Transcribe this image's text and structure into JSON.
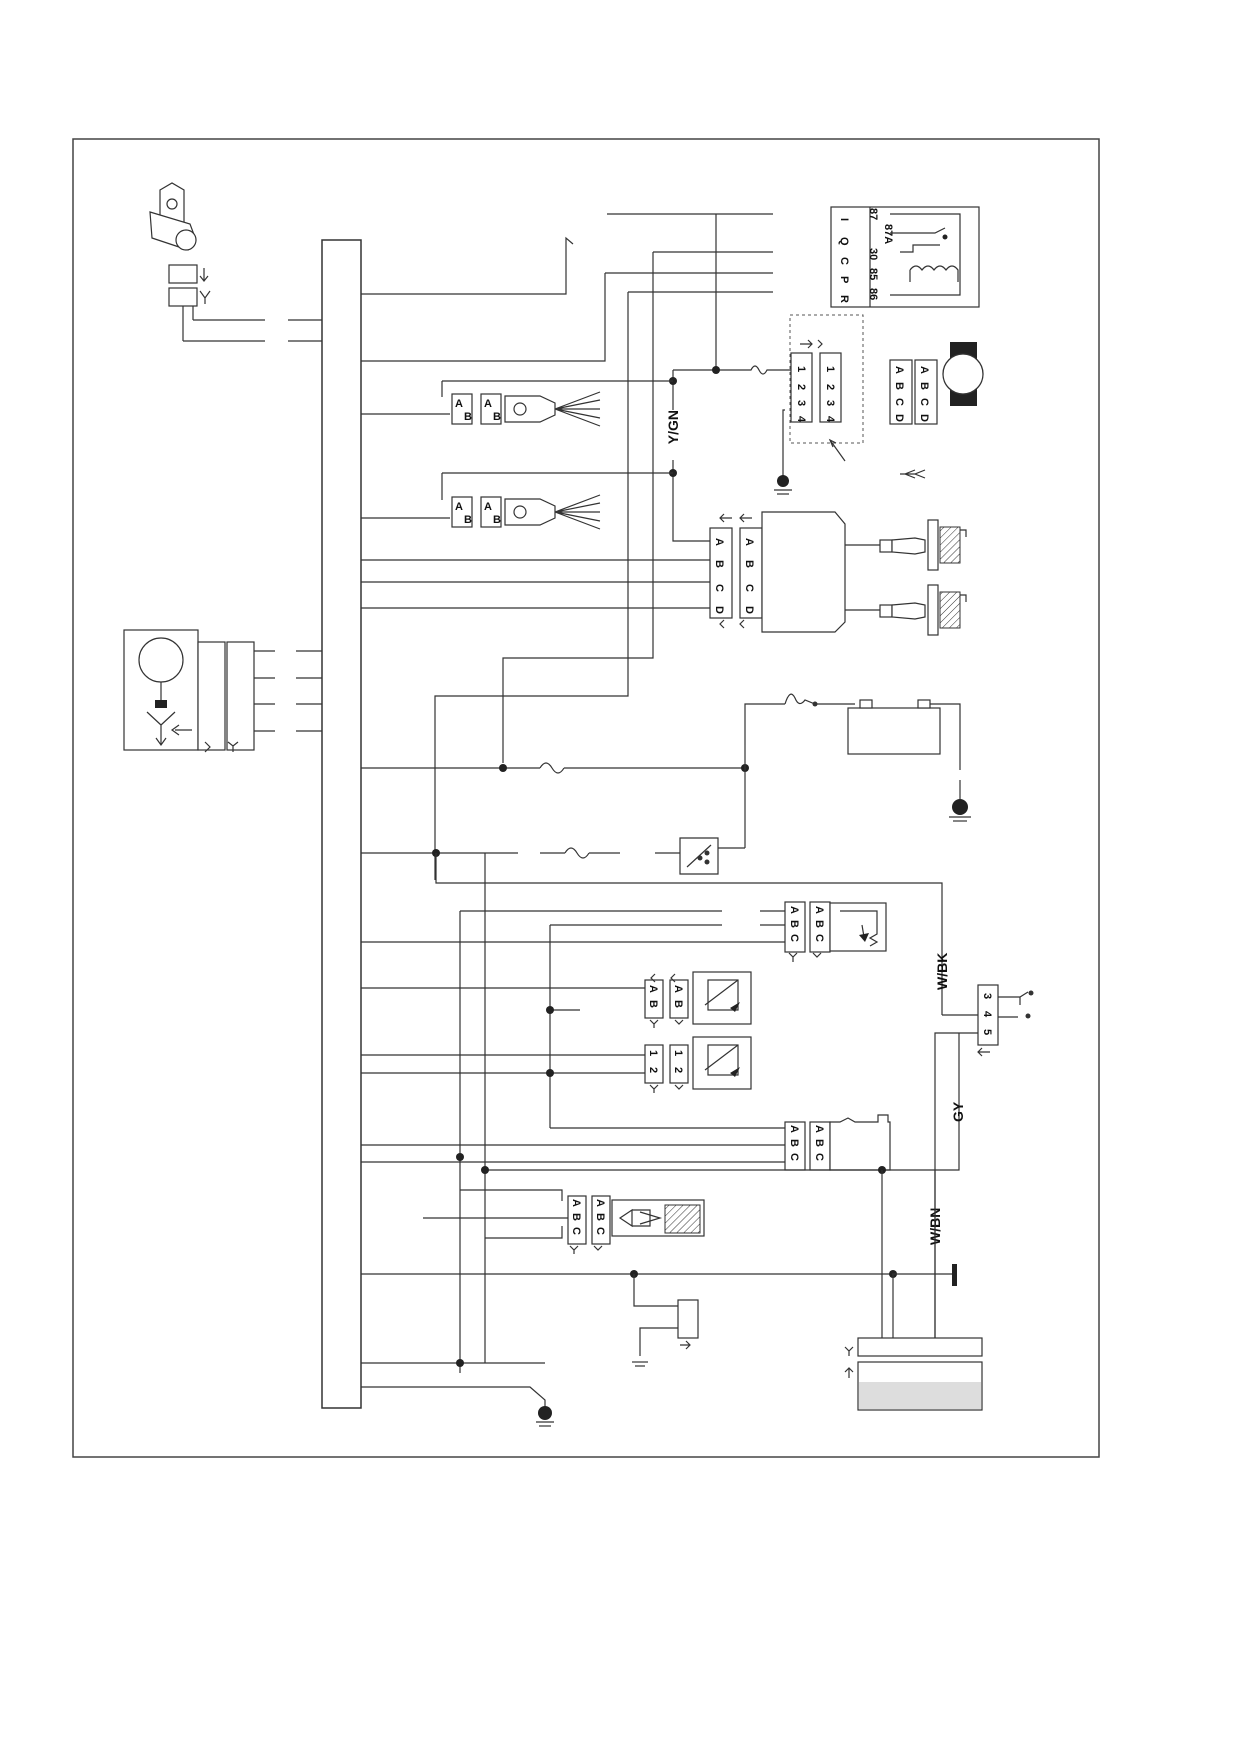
{
  "wire_labels": {
    "ygn": "Y/GN",
    "wbk": "W/BK",
    "gy": "GY",
    "wbn": "W/BN"
  },
  "relay": {
    "row1": [
      "I",
      "Q",
      "C",
      "P",
      "R"
    ],
    "row2": [
      "87",
      "87A",
      "30",
      "85",
      "86"
    ]
  },
  "pins": {
    "ab": [
      "A",
      "B"
    ],
    "abc": [
      "A",
      "B",
      "C"
    ],
    "abcd": [
      "A",
      "B",
      "C",
      "D"
    ],
    "n12": [
      "1",
      "2"
    ],
    "n1234": [
      "1",
      "2",
      "3",
      "4"
    ],
    "n345": [
      "3",
      "4",
      "5"
    ]
  }
}
